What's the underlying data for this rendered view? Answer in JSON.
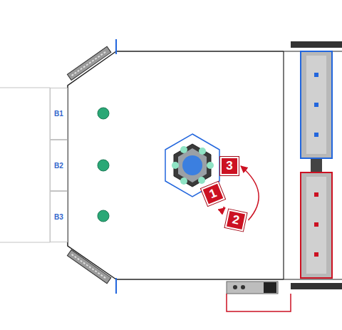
{
  "diagram": {
    "nodes": [
      {
        "text": [
          "B1"
        ]
      },
      {
        "text": [
          "B2"
        ]
      },
      {
        "text": [
          "B3"
        ]
      },
      {
        "text": [
          "1"
        ]
      },
      {
        "text": [
          "2"
        ]
      },
      {
        "text": [
          "3"
        ]
      }
    ],
    "edges": [
      {
        "from": 3,
        "to": 4,
        "arrow": "to"
      },
      {
        "from": 4,
        "to": 5,
        "arrow": "to"
      }
    ]
  }
}
